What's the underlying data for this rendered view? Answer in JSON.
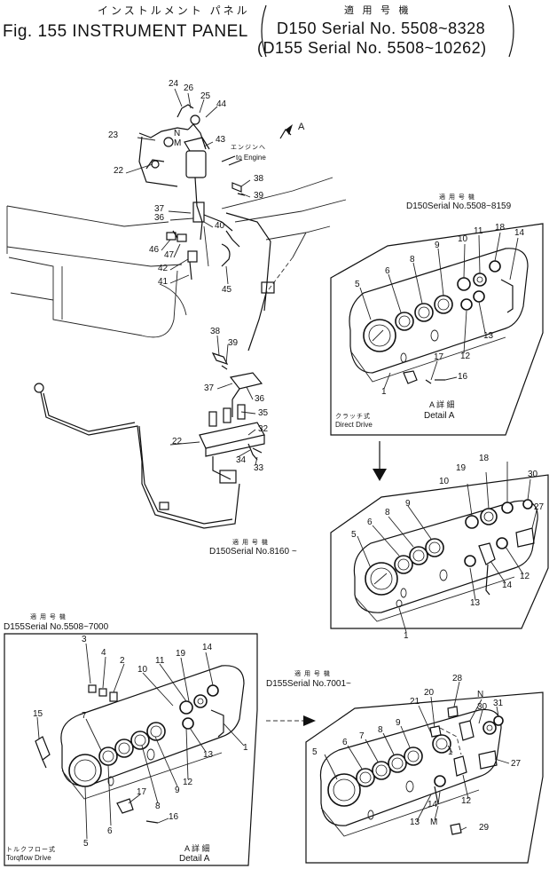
{
  "header": {
    "title_jp": "インストルメント パネル",
    "title_en": "Fig. 155 INSTRUMENT PANEL",
    "applic_jp": "適 用 号 機",
    "serial_1": "D150 Serial No. 5508~8328",
    "serial_2": "(D155 Serial No. 5508~10262)"
  },
  "annotations": {
    "to_engine_jp": "エンジンへ",
    "to_engine": "to Engine",
    "arrow_a": "A"
  },
  "details": [
    {
      "applic_jp": "適 用 号 機",
      "serial": "D150Serial No.5508~8159",
      "type_jp": "クラッチ式",
      "type": "Direct Drive",
      "detail_jp": "A 詳 細",
      "detail": "Detail A"
    },
    {
      "applic_jp": "適 用 号 機",
      "serial": "D150Serial No.8160 ~"
    },
    {
      "applic_jp": "適 用 号 機",
      "serial": "D155Serial No.5508~7000",
      "type_jp": "トルクフロー式",
      "type": "Torqflow Drive",
      "detail_jp": "A 詳 細",
      "detail": "Detail A"
    },
    {
      "applic_jp": "適 用 号 機",
      "serial": "D155Serial No.7001~"
    }
  ],
  "callouts": {
    "main": [
      "24",
      "26",
      "25",
      "44",
      "N",
      "M",
      "43",
      "23",
      "22",
      "38",
      "39",
      "37",
      "36",
      "40",
      "46",
      "47",
      "42",
      "41",
      "45",
      "38",
      "39",
      "37",
      "36",
      "35",
      "32",
      "22",
      "34",
      "33"
    ],
    "detail_1": [
      "5",
      "6",
      "8",
      "9",
      "10",
      "11",
      "18",
      "14",
      "13",
      "12",
      "17",
      "16",
      "1"
    ],
    "detail_2": [
      "18",
      "19",
      "10",
      "30",
      "27",
      "9",
      "8",
      "6",
      "5",
      "12",
      "14",
      "13",
      "1"
    ],
    "detail_3": [
      "3",
      "4",
      "2",
      "19",
      "14",
      "11",
      "10",
      "15",
      "7",
      "13",
      "12",
      "1",
      "9",
      "8",
      "17",
      "16",
      "6",
      "5"
    ],
    "detail_4": [
      "28",
      "20",
      "21",
      "N",
      "30",
      "31",
      "27",
      "1",
      "5",
      "6",
      "7",
      "8",
      "9",
      "12",
      "14",
      "13",
      "M",
      "29"
    ]
  }
}
